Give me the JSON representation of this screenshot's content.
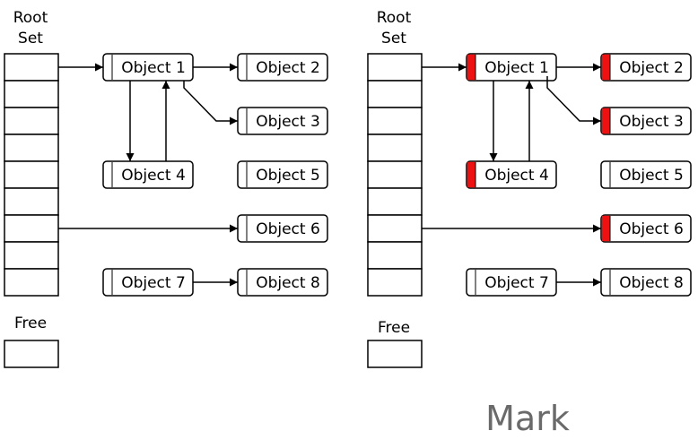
{
  "diagram": {
    "left": {
      "root_label_line1": "Root",
      "root_label_line2": "Set",
      "free_label": "Free",
      "objects": [
        "Object 1",
        "Object 2",
        "Object 3",
        "Object 4",
        "Object 5",
        "Object 6",
        "Object 7",
        "Object 8"
      ],
      "marked": []
    },
    "right": {
      "root_label_line1": "Root",
      "root_label_line2": "Set",
      "free_label": "Free",
      "objects": [
        "Object 1",
        "Object 2",
        "Object 3",
        "Object 4",
        "Object 5",
        "Object 6",
        "Object 7",
        "Object 8"
      ],
      "marked": [
        "Object 1",
        "Object 2",
        "Object 3",
        "Object 4",
        "Object 6"
      ]
    },
    "caption": "Mark",
    "colors": {
      "mark": "#ee1111",
      "stroke": "#000000",
      "caption": "#6a6a6a"
    }
  }
}
